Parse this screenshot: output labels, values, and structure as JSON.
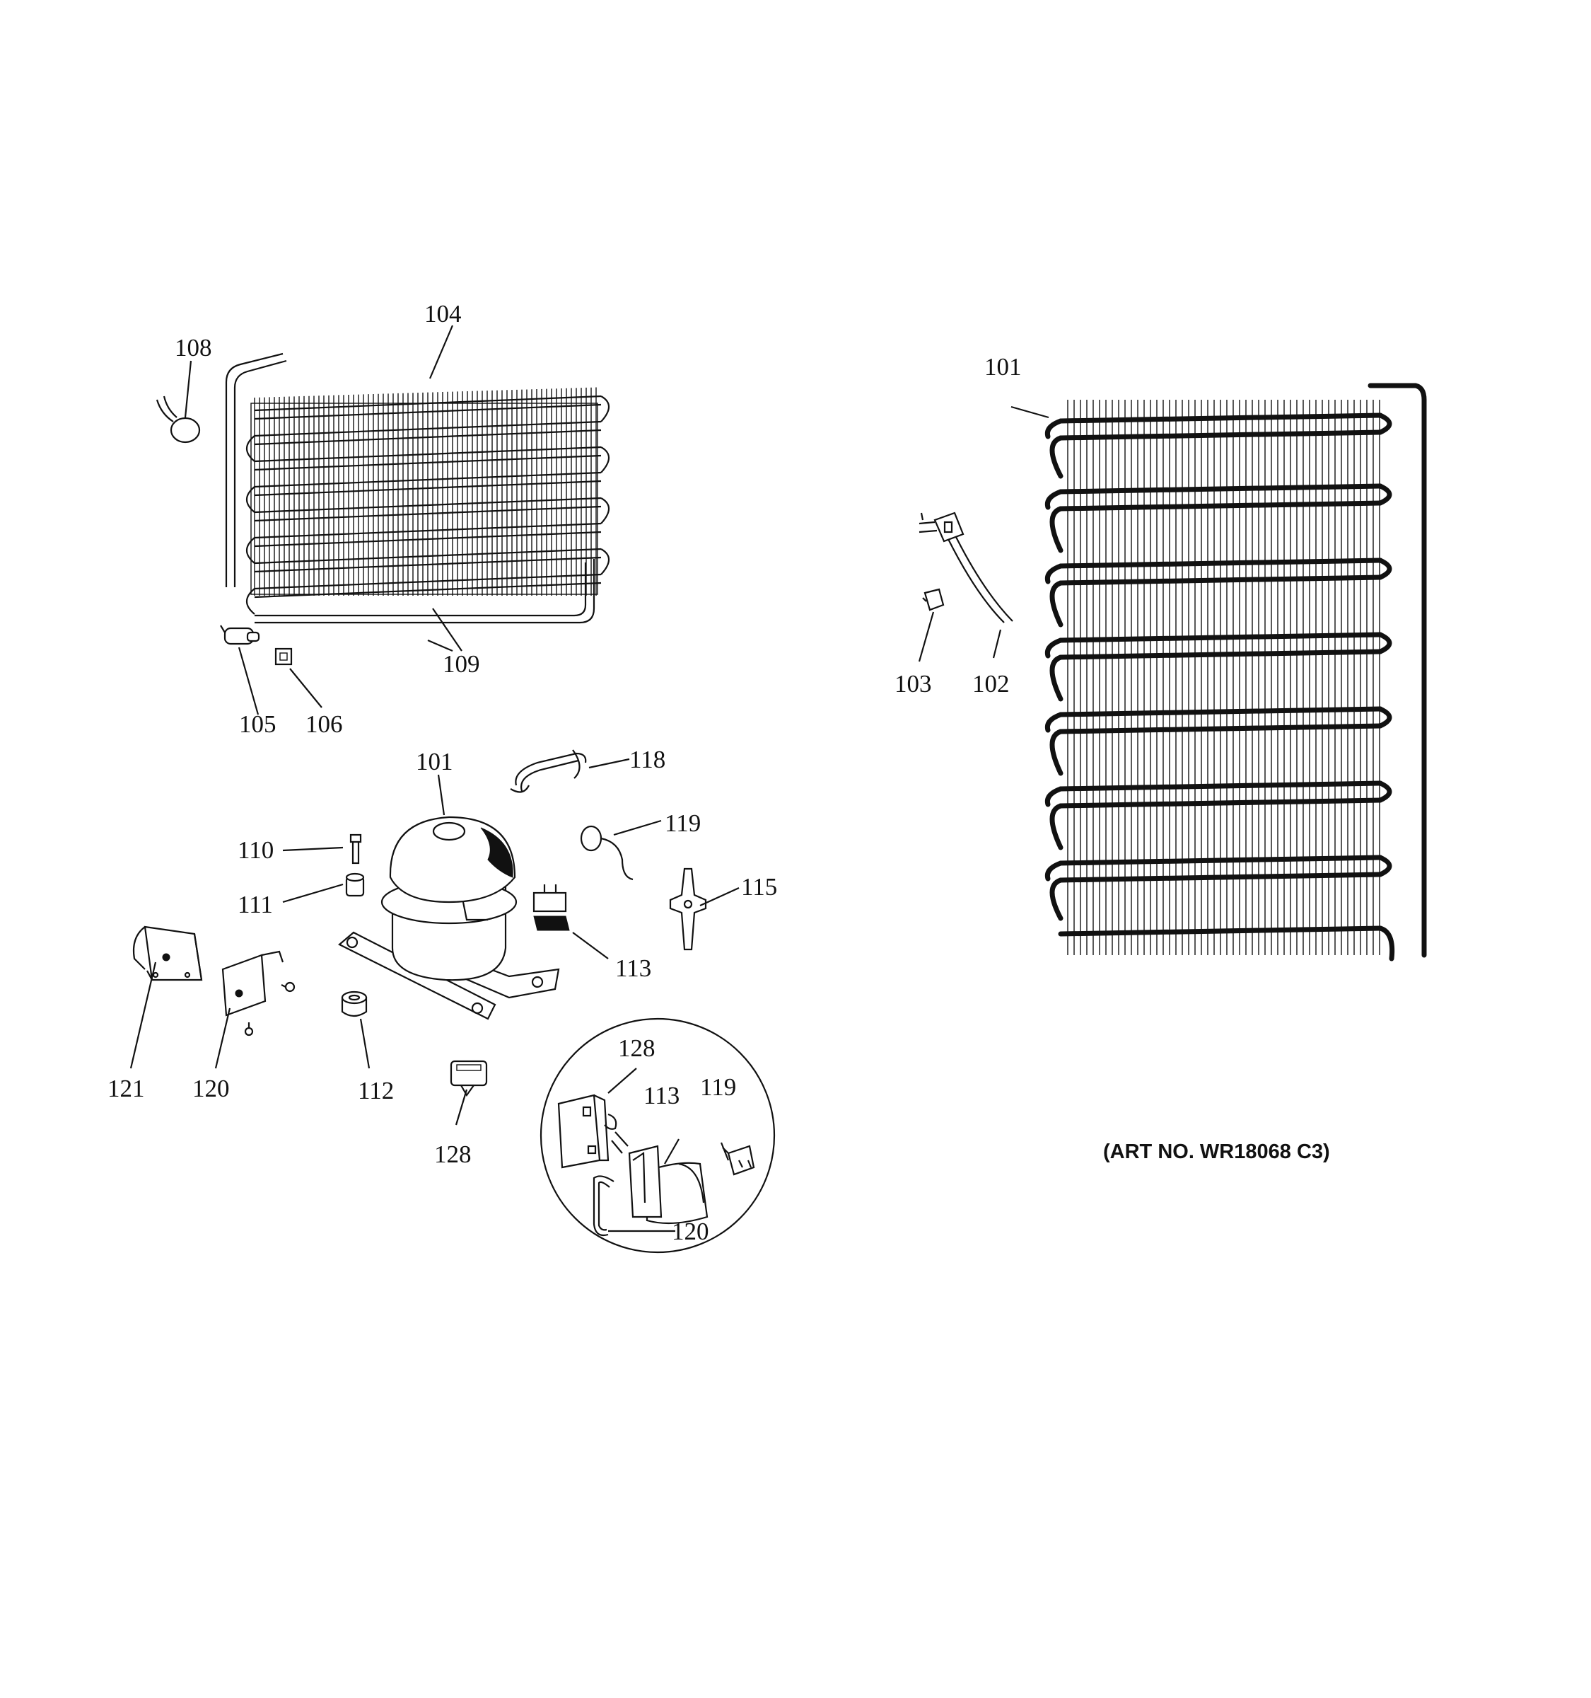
{
  "art_number": "(ART NO. WR18068 C3)",
  "callouts": {
    "c101_condenser": "101",
    "c101_compressor": "101",
    "c102": "102",
    "c103": "103",
    "c104": "104",
    "c105": "105",
    "c106": "106",
    "c108": "108",
    "c109": "109",
    "c110": "110",
    "c111": "111",
    "c112": "112",
    "c113": "113",
    "c113_detail": "113",
    "c115": "115",
    "c118": "118",
    "c119": "119",
    "c119_detail": "119",
    "c120": "120",
    "c120_detail": "120",
    "c121": "121",
    "c128": "128",
    "c128_detail": "128"
  }
}
